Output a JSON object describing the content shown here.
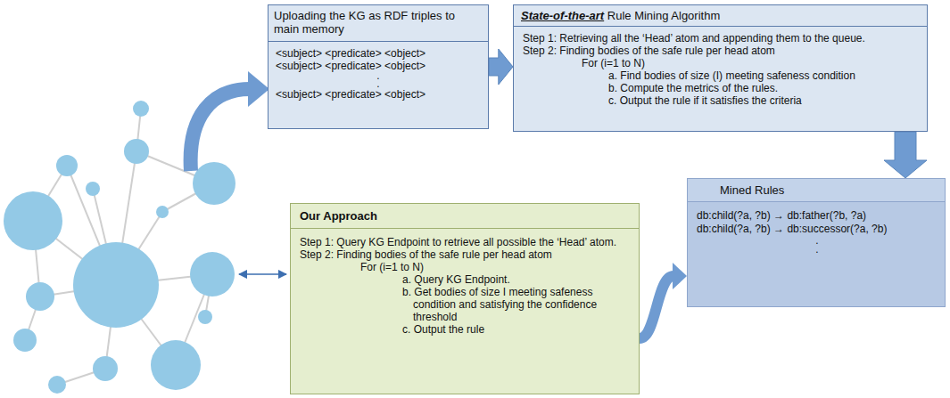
{
  "diagram": {
    "nodes": [
      {
        "text": [
          "Uploading the KG as RDF triples to main memory",
          "<subject> <predicate> <object>",
          "<subject> <predicate> <object>",
          ".",
          ".",
          "<subject> <predicate> <object>"
        ]
      },
      {
        "text": [
          "State-of-the-art Rule Mining Algorithm",
          "Step 1: Retrieving all the ‘Head’ atom and appending them to the queue.",
          "Step 2: Finding bodies of the safe rule per head atom",
          "For (i=1 to N)",
          "a. Find bodies of size (I) meeting safeness condition",
          "b. Compute the metrics of the rules.",
          "c. Output the rule if it satisfies the criteria"
        ]
      },
      {
        "text": [
          "Mined Rules",
          "db:child(?a, ?b) → db:father(?b, ?a)",
          "db:child(?a, ?b) → db:successor(?a, ?b)",
          ".",
          "."
        ]
      },
      {
        "text": [
          "Our Approach",
          "Step 1: Query KG Endpoint to retrieve all possible the ‘Head’ atom.",
          "Step 2: Finding bodies of the safe rule per head atom",
          "For (i=1 to N)",
          "a. Query KG Endpoint.",
          "b. Get bodies of size I meeting safeness condition and satisfying the confidence threshold",
          "c. Output the rule"
        ]
      }
    ],
    "edges": [
      {
        "from": 0,
        "to": 1,
        "arrow": "to"
      },
      {
        "from": 1,
        "to": 2,
        "arrow": "to"
      },
      {
        "from": 3,
        "to": 2,
        "arrow": "to"
      }
    ]
  }
}
